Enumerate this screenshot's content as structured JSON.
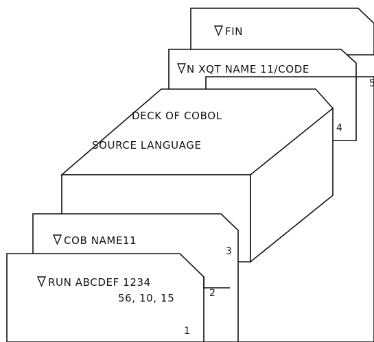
{
  "cards": {
    "fin": {
      "label": "FIN"
    },
    "xqt": {
      "label": "N XQT NAME 11/CODE",
      "number": "5"
    },
    "deck_tail": {
      "number": "4"
    },
    "cob": {
      "label": "COB NAME11",
      "number": "3"
    },
    "run": {
      "line1": "RUN ABCDEF 1234",
      "line2": "56, 10, 15",
      "number_right": "2",
      "number_bottom": "1"
    }
  },
  "deck": {
    "line1": "DECK OF COBOL",
    "line2": "SOURCE LANGUAGE"
  },
  "symbol": "del"
}
